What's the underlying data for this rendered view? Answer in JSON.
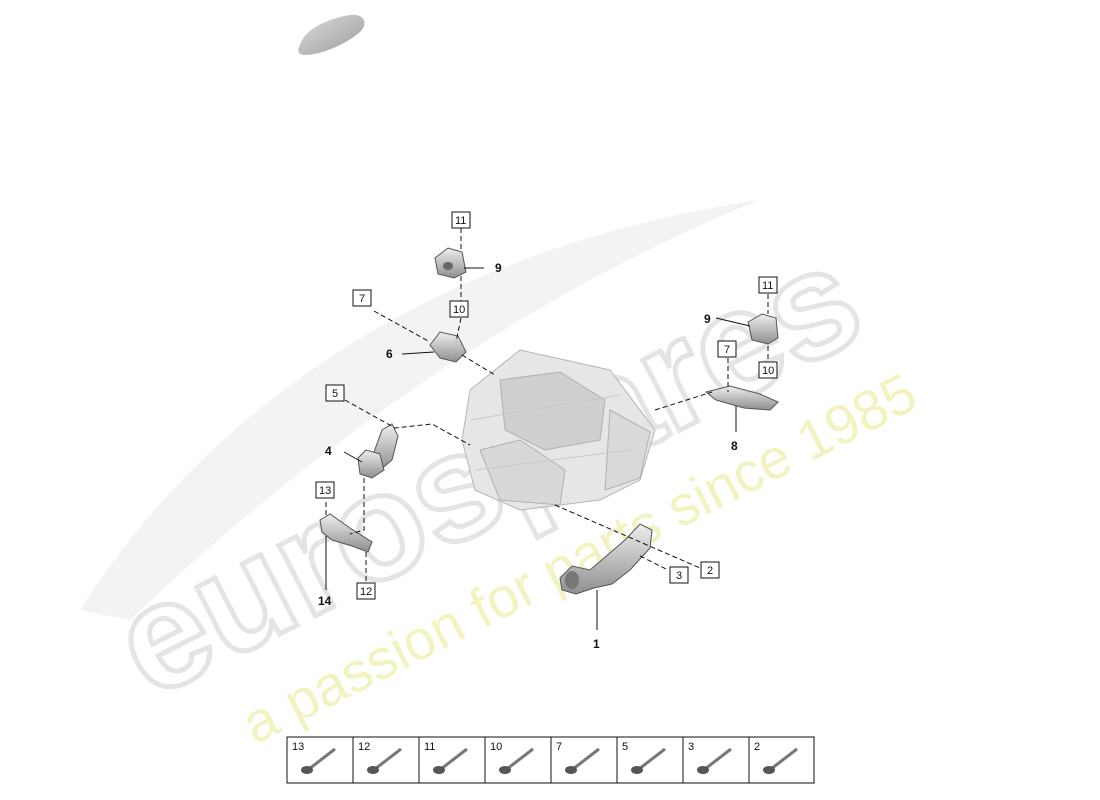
{
  "watermark": {
    "brand": "eurospares",
    "tagline": "a passion for parts since 1985"
  },
  "callouts": {
    "c1": "1",
    "c4": "4",
    "c6": "6",
    "c8": "8",
    "c9a": "9",
    "c9b": "9",
    "c14": "14"
  },
  "boxes": {
    "b11a": "11",
    "b7a": "7",
    "b10a": "10",
    "b5": "5",
    "b13": "13",
    "b12": "12",
    "b11b": "11",
    "b7b": "7",
    "b10b": "10",
    "b3": "3",
    "b2": "2"
  },
  "hardware_strip": [
    "13",
    "12",
    "11",
    "10",
    "7",
    "5",
    "3",
    "2"
  ],
  "colors": {
    "part_fill": "#d2d2d2",
    "part_shadow": "#9a9a9a",
    "watermark_brand": "#e4e4e4",
    "watermark_tagline": "#f1f1b8"
  }
}
